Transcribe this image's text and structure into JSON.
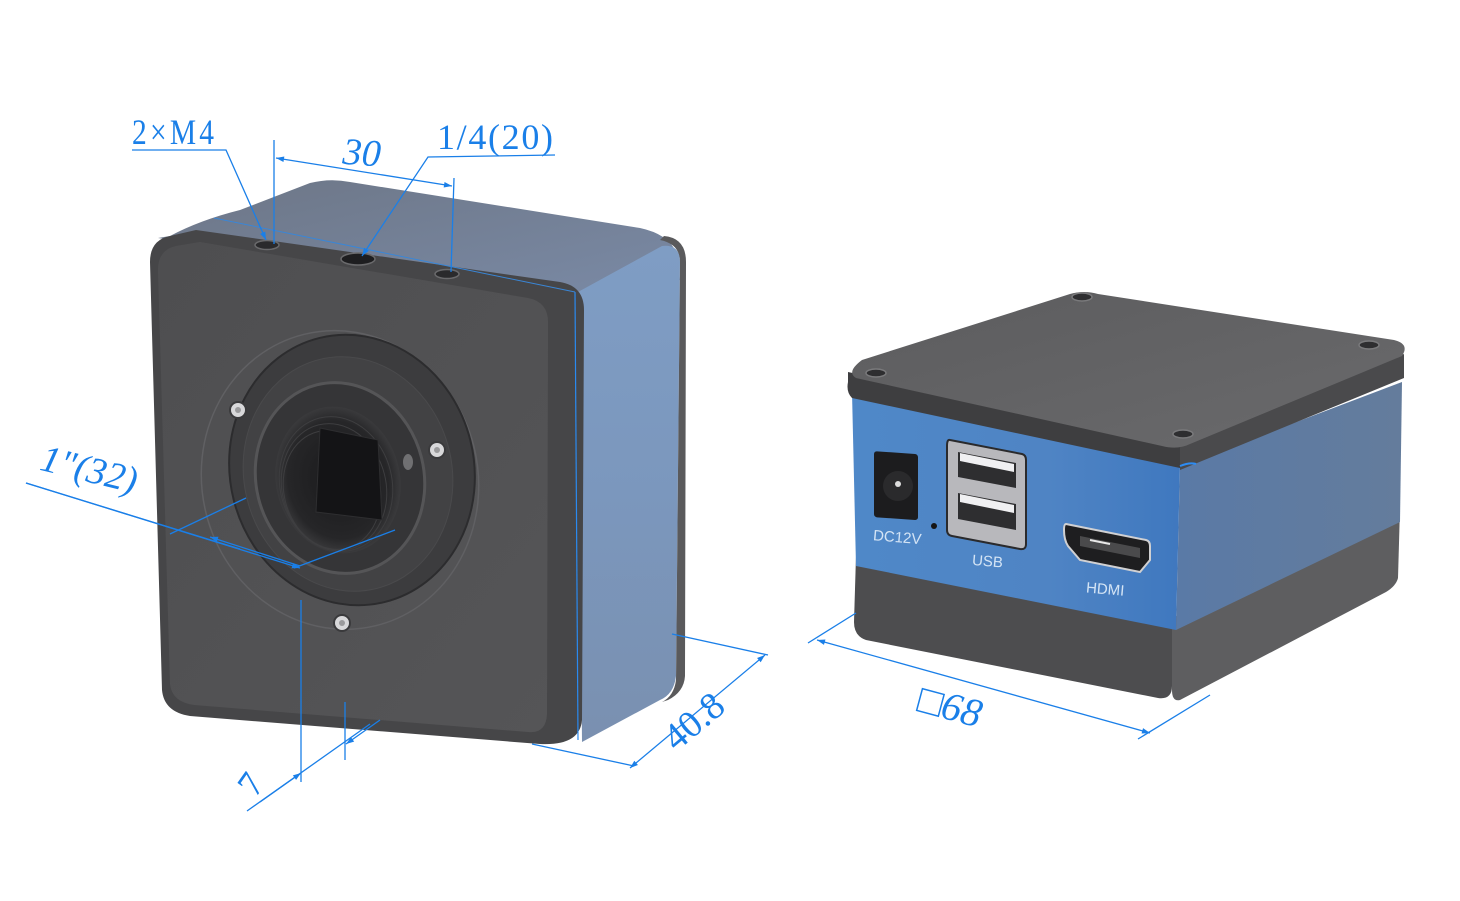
{
  "figure": {
    "description": "Dimension drawing of microscope camera, front (C-mount) view and rear (ports) view",
    "colors": {
      "dimension_line": "#1a7fe8",
      "body_dark": "#4a4a4c",
      "body_face": "#515153",
      "blue_band": "#4d86c6",
      "blue_side": "#7c98bd",
      "background": "#ffffff"
    }
  },
  "front_view": {
    "labels": {
      "mount_holes": "2×M4",
      "hole_spacing": "30",
      "tripod_thread": "1/4(20)",
      "c_mount": "1\"(32)",
      "flange_depth": "7",
      "body_depth": "40.8"
    }
  },
  "rear_view": {
    "ports": {
      "power": "DC12V",
      "usb": "USB",
      "hdmi": "HDMI"
    },
    "labels": {
      "body_square": "□68"
    }
  }
}
